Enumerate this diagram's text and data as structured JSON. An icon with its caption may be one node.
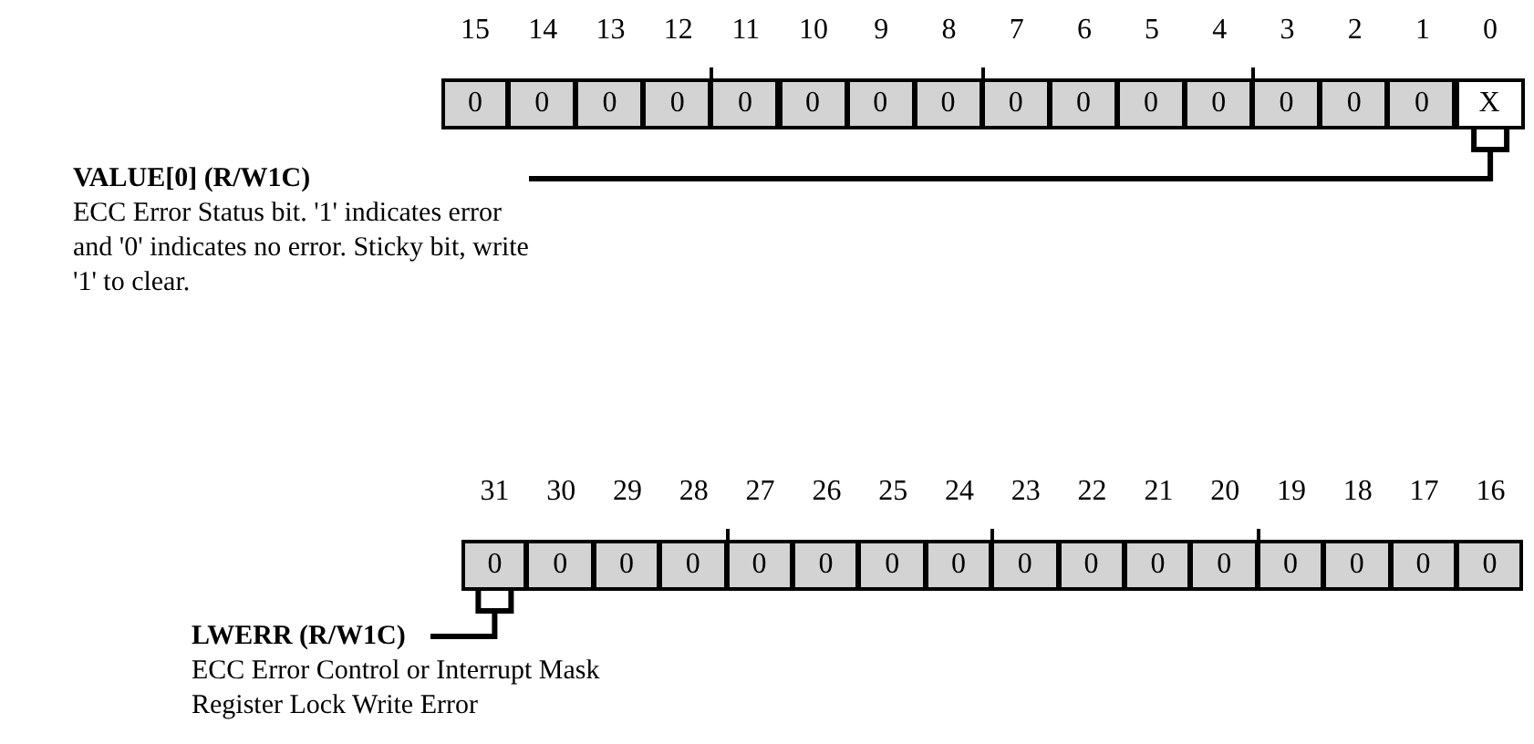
{
  "diagram": {
    "nodes": [
      {
        "text": [
          "0"
        ]
      },
      {
        "text": [
          "0"
        ]
      },
      {
        "text": [
          "0"
        ]
      },
      {
        "text": [
          "0"
        ]
      },
      {
        "text": [
          "0"
        ]
      },
      {
        "text": [
          "0"
        ]
      },
      {
        "text": [
          "0"
        ]
      },
      {
        "text": [
          "0"
        ]
      },
      {
        "text": [
          "0"
        ]
      },
      {
        "text": [
          "0"
        ]
      },
      {
        "text": [
          "0"
        ]
      },
      {
        "text": [
          "0"
        ]
      },
      {
        "text": [
          "0"
        ]
      },
      {
        "text": [
          "0"
        ]
      },
      {
        "text": [
          "0"
        ]
      },
      {
        "text": [
          "X"
        ]
      },
      {
        "text": [
          "VALUE[0] (R/W1C)",
          "ECC Error Status bit. '1' indicates error and '0' indicates no error. Sticky bit, write '1' to clear."
        ]
      },
      {
        "text": [
          "0"
        ]
      },
      {
        "text": [
          "0"
        ]
      },
      {
        "text": [
          "0"
        ]
      },
      {
        "text": [
          "0"
        ]
      },
      {
        "text": [
          "0"
        ]
      },
      {
        "text": [
          "0"
        ]
      },
      {
        "text": [
          "0"
        ]
      },
      {
        "text": [
          "0"
        ]
      },
      {
        "text": [
          "0"
        ]
      },
      {
        "text": [
          "0"
        ]
      },
      {
        "text": [
          "0"
        ]
      },
      {
        "text": [
          "0"
        ]
      },
      {
        "text": [
          "0"
        ]
      },
      {
        "text": [
          "0"
        ]
      },
      {
        "text": [
          "0"
        ]
      },
      {
        "text": [
          "0"
        ]
      },
      {
        "text": [
          "LWERR (R/W1C)",
          "ECC Error Control or Interrupt Mask Register Lock Write Error"
        ]
      }
    ],
    "edges": [
      {
        "from": 16,
        "to": 15,
        "arrow": "none"
      },
      {
        "from": 33,
        "to": 17,
        "arrow": "none"
      }
    ],
    "labels": [
      "15",
      "14",
      "13",
      "12",
      "11",
      "10",
      "9",
      "8",
      "7",
      "6",
      "5",
      "4",
      "3",
      "2",
      "1",
      "0",
      "31",
      "30",
      "29",
      "28",
      "27",
      "26",
      "25",
      "24",
      "23",
      "22",
      "21",
      "20",
      "19",
      "18",
      "17",
      "16"
    ]
  }
}
